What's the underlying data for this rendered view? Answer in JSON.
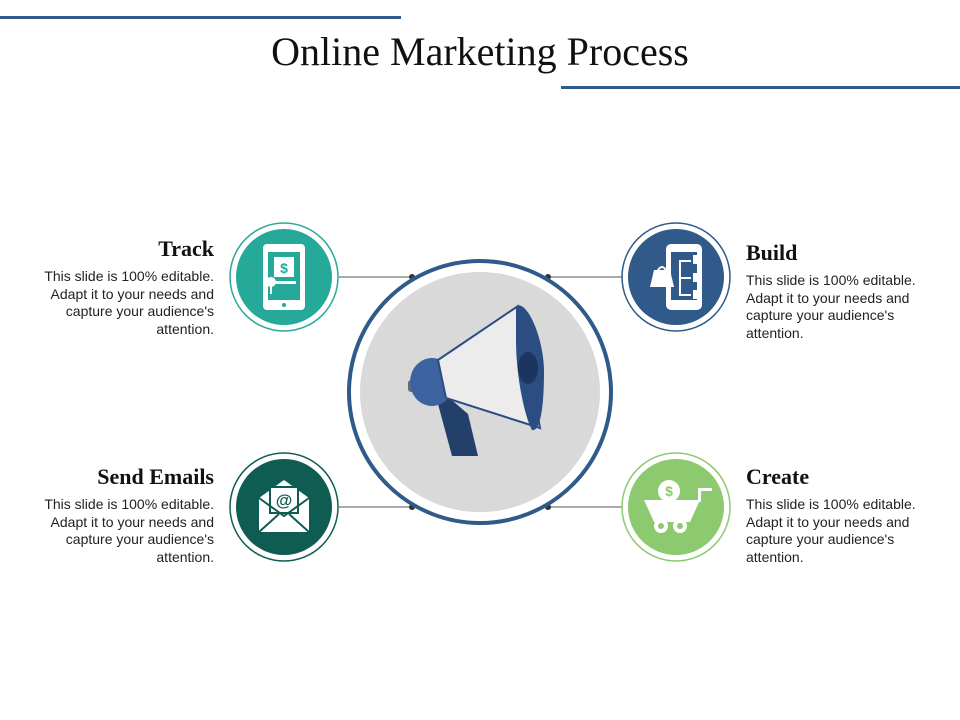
{
  "title": "Online Marketing Process",
  "colors": {
    "accent_line": "#2f5a8a",
    "track": "#27a99a",
    "build": "#2f5a8a",
    "send_emails": "#0f5c53",
    "create": "#8dc96e",
    "hub_fill": "#d9d9d9",
    "hub_ring": "#2f5a8a"
  },
  "items": {
    "track": {
      "title": "Track",
      "text": "This slide is 100% editable. Adapt it to your needs and capture your audience's attention.",
      "icon": "tablet-dollar-icon"
    },
    "build": {
      "title": "Build",
      "text": "This slide is 100% editable. Adapt it to your needs and capture your audience's attention.",
      "icon": "phone-shopping-icon"
    },
    "send_emails": {
      "title": "Send Emails",
      "text": "This slide is 100% editable. Adapt it to your needs and capture your audience's attention.",
      "icon": "envelope-at-icon"
    },
    "create": {
      "title": "Create",
      "text": "This slide is 100% editable. Adapt it to your needs and capture your audience's attention.",
      "icon": "cart-dollar-icon"
    }
  },
  "center": {
    "icon": "megaphone-icon"
  }
}
